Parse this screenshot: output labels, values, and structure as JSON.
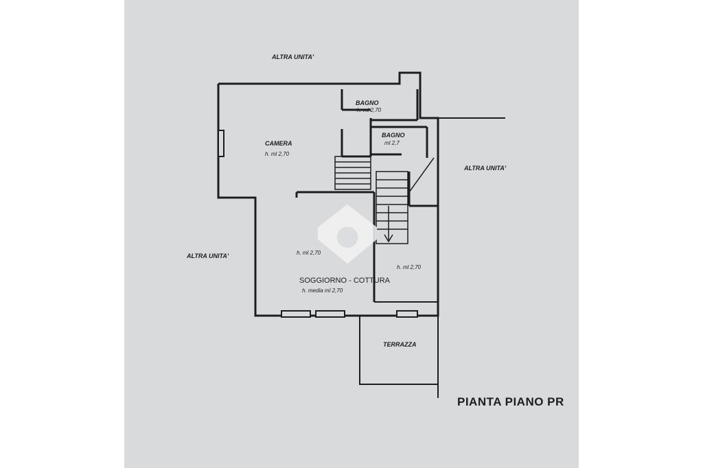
{
  "colors": {
    "paper": "#d9dadc",
    "ink": "#1d1d1f",
    "watermark": "#f2f2f2"
  },
  "labels": {
    "altra_top": "ALTRA UNITA'",
    "altra_right": "ALTRA UNITA'",
    "altra_left": "ALTRA UNITA'",
    "bagno1_name": "BAGNO",
    "bagno1_h": "h. ml 2,70",
    "bagno2_name": "BAGNO",
    "bagno2_h": "ml 2,7",
    "camera_name": "CAMERA",
    "camera_h": "h. ml 2,70",
    "soggiorno_h1": "h. ml 2,70",
    "soggiorno_h2": "h. ml 2,70",
    "soggiorno_name": "SOGGIORNO - COTTURA",
    "soggiorno_media": "h. media ml 2,70",
    "terrazza_name": "TERRAZZA",
    "pianta_title": "PIANTA PIANO PR"
  },
  "watermark_icon": "house-logo-icon"
}
